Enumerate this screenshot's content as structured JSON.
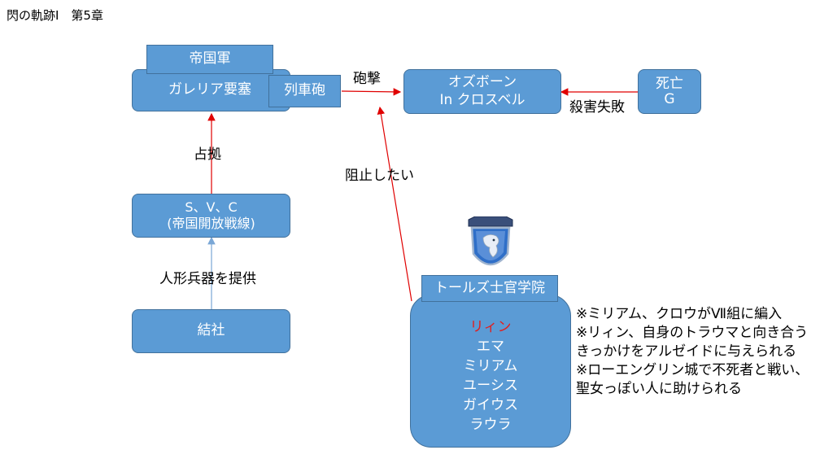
{
  "title": "閃の軌跡Ⅰ　第5章",
  "nodes": {
    "empire_army": "帝国軍",
    "garrelia": "ガレリア要塞",
    "railway_gun": "列車砲",
    "osborne": "オズボーン",
    "crossbell": "In クロスベル",
    "death": "死亡",
    "g": "G",
    "svc": "S、V、C",
    "front": "(帝国開放戦線)",
    "society": "結社",
    "academy": "トールズ士官学院"
  },
  "edges": {
    "bombard": "砲撃",
    "occupy": "占拠",
    "assassination_failed": "殺害失敗",
    "prevent": "阻止したい",
    "provide_weapon": "人形兵器を提供"
  },
  "members": [
    "リィン",
    "エマ",
    "ミリアム",
    "ユーシス",
    "ガイウス",
    "ラウラ"
  ],
  "notes": [
    "※ミリアム、クロウがⅦ組に編入",
    "※リィン、自身のトラウマと向き合う",
    "きっかけをアルゼイドに与えられる",
    "※ローエングリン城で不死者と戦い、",
    "聖女っぽい人に助けられる"
  ],
  "colors": {
    "box_fill": "#5b9bd5",
    "box_border": "#41719c",
    "arrow_red": "#e00000",
    "arrow_blue": "#7aa7d6",
    "highlight": "#e02020"
  }
}
